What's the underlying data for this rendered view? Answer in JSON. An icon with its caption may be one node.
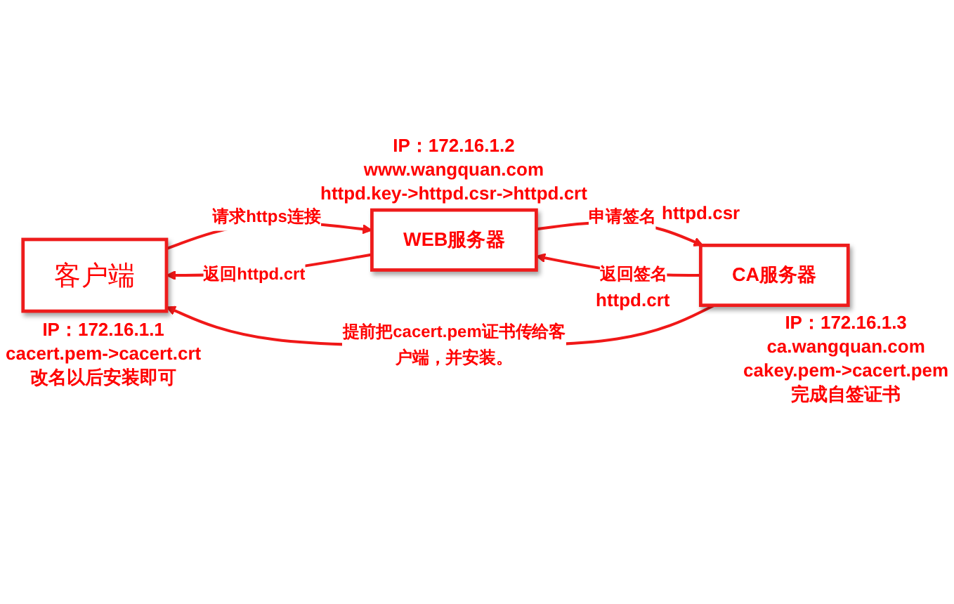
{
  "diagram": {
    "nodes": [
      {
        "text": [
          "客户端"
        ],
        "beside": [
          "IP：172.16.1.1",
          "cacert.pem->cacert.crt",
          "改名以后安装即可"
        ]
      },
      {
        "text": [
          "WEB服务器"
        ],
        "beside": [
          "IP：172.16.1.2",
          "www.wangquan.com",
          "httpd.key->httpd.csr->httpd.crt"
        ]
      },
      {
        "text": [
          "CA服务器"
        ],
        "beside": [
          "IP：172.16.1.3",
          "ca.wangquan.com",
          "cakey.pem->cacert.pem",
          "完成自签证书"
        ]
      }
    ],
    "edges": [
      {
        "from": 0,
        "to": 1,
        "arrow": "to",
        "label": "请求https连接"
      },
      {
        "from": 1,
        "to": 0,
        "arrow": "to",
        "label": "返回httpd.crt"
      },
      {
        "from": 1,
        "to": 2,
        "arrow": "to",
        "label": "申请签名"
      },
      {
        "from": 2,
        "to": 1,
        "arrow": "to",
        "label": "返回签名"
      },
      {
        "from": 2,
        "to": 0,
        "arrow": "to",
        "label": "提前把cacert.pem证书传给客户端，并安装。"
      }
    ],
    "labels": [
      "httpd.crt",
      "httpd.csr"
    ]
  }
}
